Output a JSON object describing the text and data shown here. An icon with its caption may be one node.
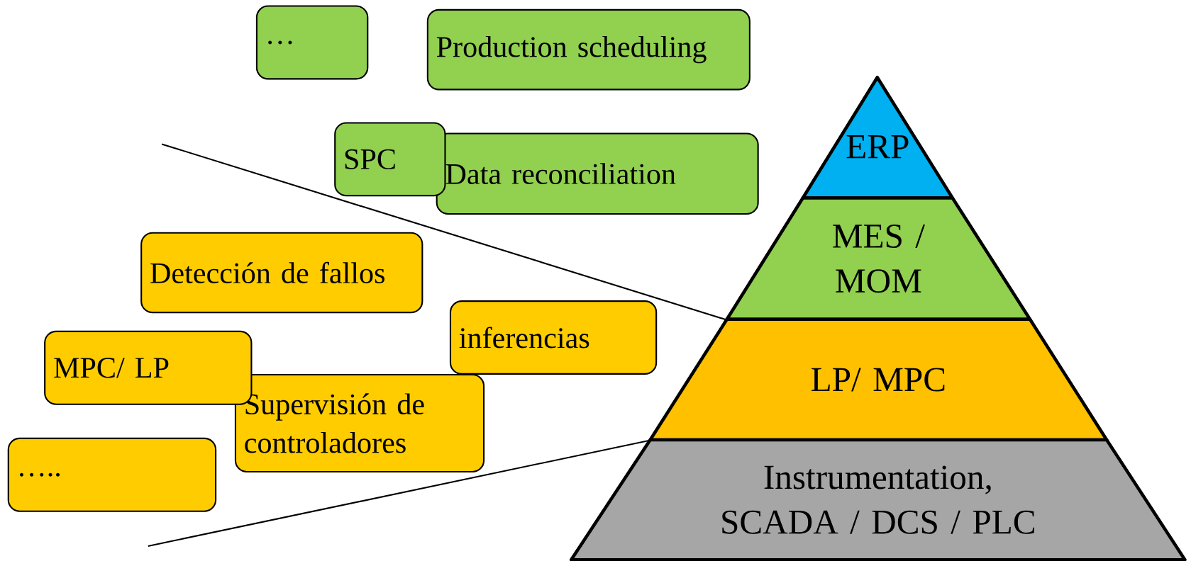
{
  "diagram": {
    "nodes": [
      {
        "text": [
          "…"
        ]
      },
      {
        "text": [
          "Production scheduling"
        ]
      },
      {
        "text": [
          "SPC"
        ]
      },
      {
        "text": [
          "Data reconciliation"
        ]
      },
      {
        "text": [
          "Detección de fallos"
        ]
      },
      {
        "text": [
          "inferencias"
        ]
      },
      {
        "text": [
          "MPC/ LP"
        ]
      },
      {
        "text": [
          "Supervisión de controladores"
        ]
      },
      {
        "text": [
          "….."
        ]
      },
      {
        "text": [
          "ERP"
        ]
      },
      {
        "text": [
          "MES / MOM"
        ]
      },
      {
        "text": [
          "LP/ MPC"
        ]
      },
      {
        "text": [
          "Instrumentation, SCADA / DCS / PLC"
        ]
      }
    ],
    "edges": [
      {
        "from": null,
        "to": 10,
        "arrow": "none"
      },
      {
        "from": null,
        "to": 11,
        "arrow": "none"
      }
    ]
  }
}
